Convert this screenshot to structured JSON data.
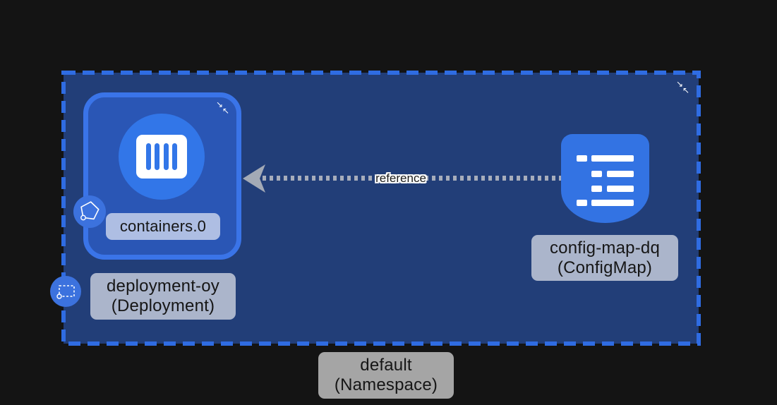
{
  "palette": {
    "background": "#141414",
    "namespace_fill": "#223E78",
    "namespace_border": "#2F6CE2",
    "node_fill": "#2A56B5",
    "node_border": "#3A74E8",
    "accent_blue": "#3276E8",
    "configmap_blue": "#3373E3",
    "badge_blue": "#3C72DE",
    "edge_gray": "#A7ADBB",
    "tag_background": "rgba(255,255,255,0.62)",
    "tag_text": "#161616"
  },
  "namespace": {
    "name": "default",
    "kind_label": "(Namespace)"
  },
  "deployment": {
    "name": "deployment-oy",
    "kind_label": "(Deployment)",
    "container_label": "containers.0"
  },
  "configmap": {
    "name": "config-map-dq",
    "kind_label": "(ConfigMap)"
  },
  "edge": {
    "label": "reference"
  },
  "icons": {
    "collapse_down_right": "↘",
    "collapse_up_left": "↖"
  }
}
